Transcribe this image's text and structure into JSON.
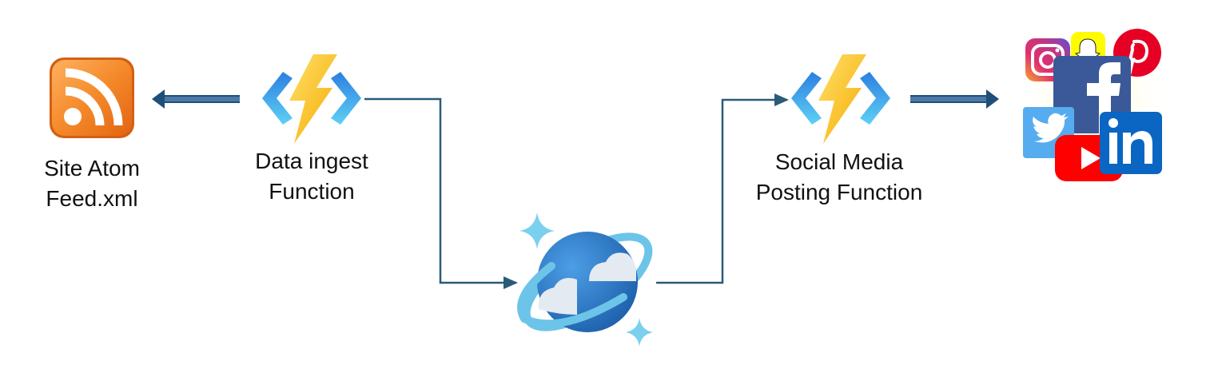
{
  "nodes": {
    "atom_feed": {
      "icon": "rss-feed-icon",
      "label_lines": [
        "Site Atom",
        "Feed.xml"
      ]
    },
    "ingest_function": {
      "icon": "azure-function-icon",
      "label_lines": [
        "Data ingest",
        "Function"
      ]
    },
    "cosmos_db": {
      "icon": "azure-cosmos-db-icon"
    },
    "posting_function": {
      "icon": "azure-function-icon",
      "label_lines": [
        "Social Media",
        "Posting Function"
      ]
    },
    "social_media": {
      "icon": "social-media-collage-icon",
      "platform_icons": [
        "instagram-icon",
        "snapchat-icon",
        "pinterest-icon",
        "facebook-icon",
        "twitter-icon",
        "youtube-icon",
        "linkedin-icon"
      ]
    }
  },
  "colors": {
    "arrow": "#1f4e79",
    "connector": "#2a5b78",
    "rss": "#f07a1e",
    "function_bolt": "#f8c22e",
    "function_bracket": "#1f8fe0",
    "cosmos": "#2e76c6"
  }
}
